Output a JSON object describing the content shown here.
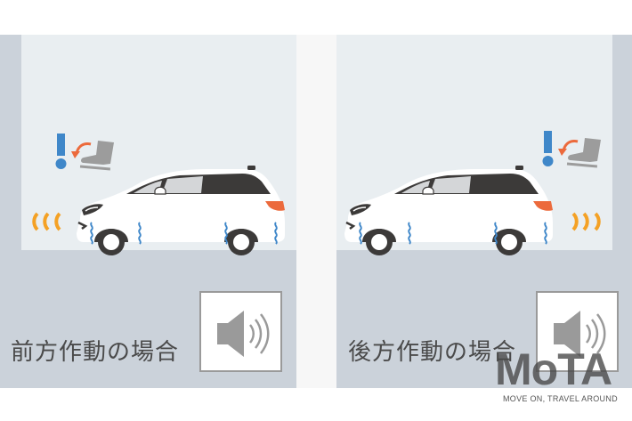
{
  "figure": {
    "panels": [
      {
        "id": "front",
        "caption": "前方作動の場合",
        "sensor_direction": "front",
        "icons": [
          "warning-exclamation",
          "brake-pedal-foot",
          "sensor-waves",
          "wheel-vibration",
          "speaker-sound"
        ]
      },
      {
        "id": "rear",
        "caption": "後方作動の場合",
        "sensor_direction": "rear",
        "icons": [
          "warning-exclamation",
          "brake-pedal-foot",
          "sensor-waves",
          "wheel-vibration",
          "speaker-sound"
        ]
      }
    ],
    "colors": {
      "background_light": "#e9eef1",
      "background_dark": "#cbd2da",
      "divider": "#f7f7f7",
      "warning_blue": "#3f87c9",
      "arrow_orange": "#ec6a3c",
      "sensor_orange": "#f4a125",
      "text": "#4a4a4a"
    }
  },
  "watermark": {
    "logo": "MoTA",
    "tagline": "MOVE ON, TRAVEL AROUND"
  }
}
